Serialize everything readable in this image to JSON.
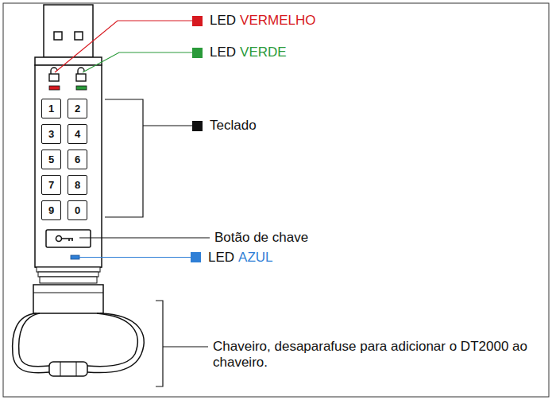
{
  "diagram": {
    "nodes": [
      {
        "text": [
          "1"
        ]
      },
      {
        "text": [
          "2"
        ]
      },
      {
        "text": [
          "3"
        ]
      },
      {
        "text": [
          "4"
        ]
      },
      {
        "text": [
          "5"
        ]
      },
      {
        "text": [
          "6"
        ]
      },
      {
        "text": [
          "7"
        ]
      },
      {
        "text": [
          "8"
        ]
      },
      {
        "text": [
          "9"
        ]
      },
      {
        "text": [
          "0"
        ]
      }
    ],
    "labels": [
      "LED",
      "VERMELHO",
      "LED",
      "VERDE",
      "Teclado",
      "Botão de chave",
      "LED",
      "AZUL",
      "Chaveiro, desaparafuse para adicionar o DT2000 ao chaveiro."
    ]
  }
}
